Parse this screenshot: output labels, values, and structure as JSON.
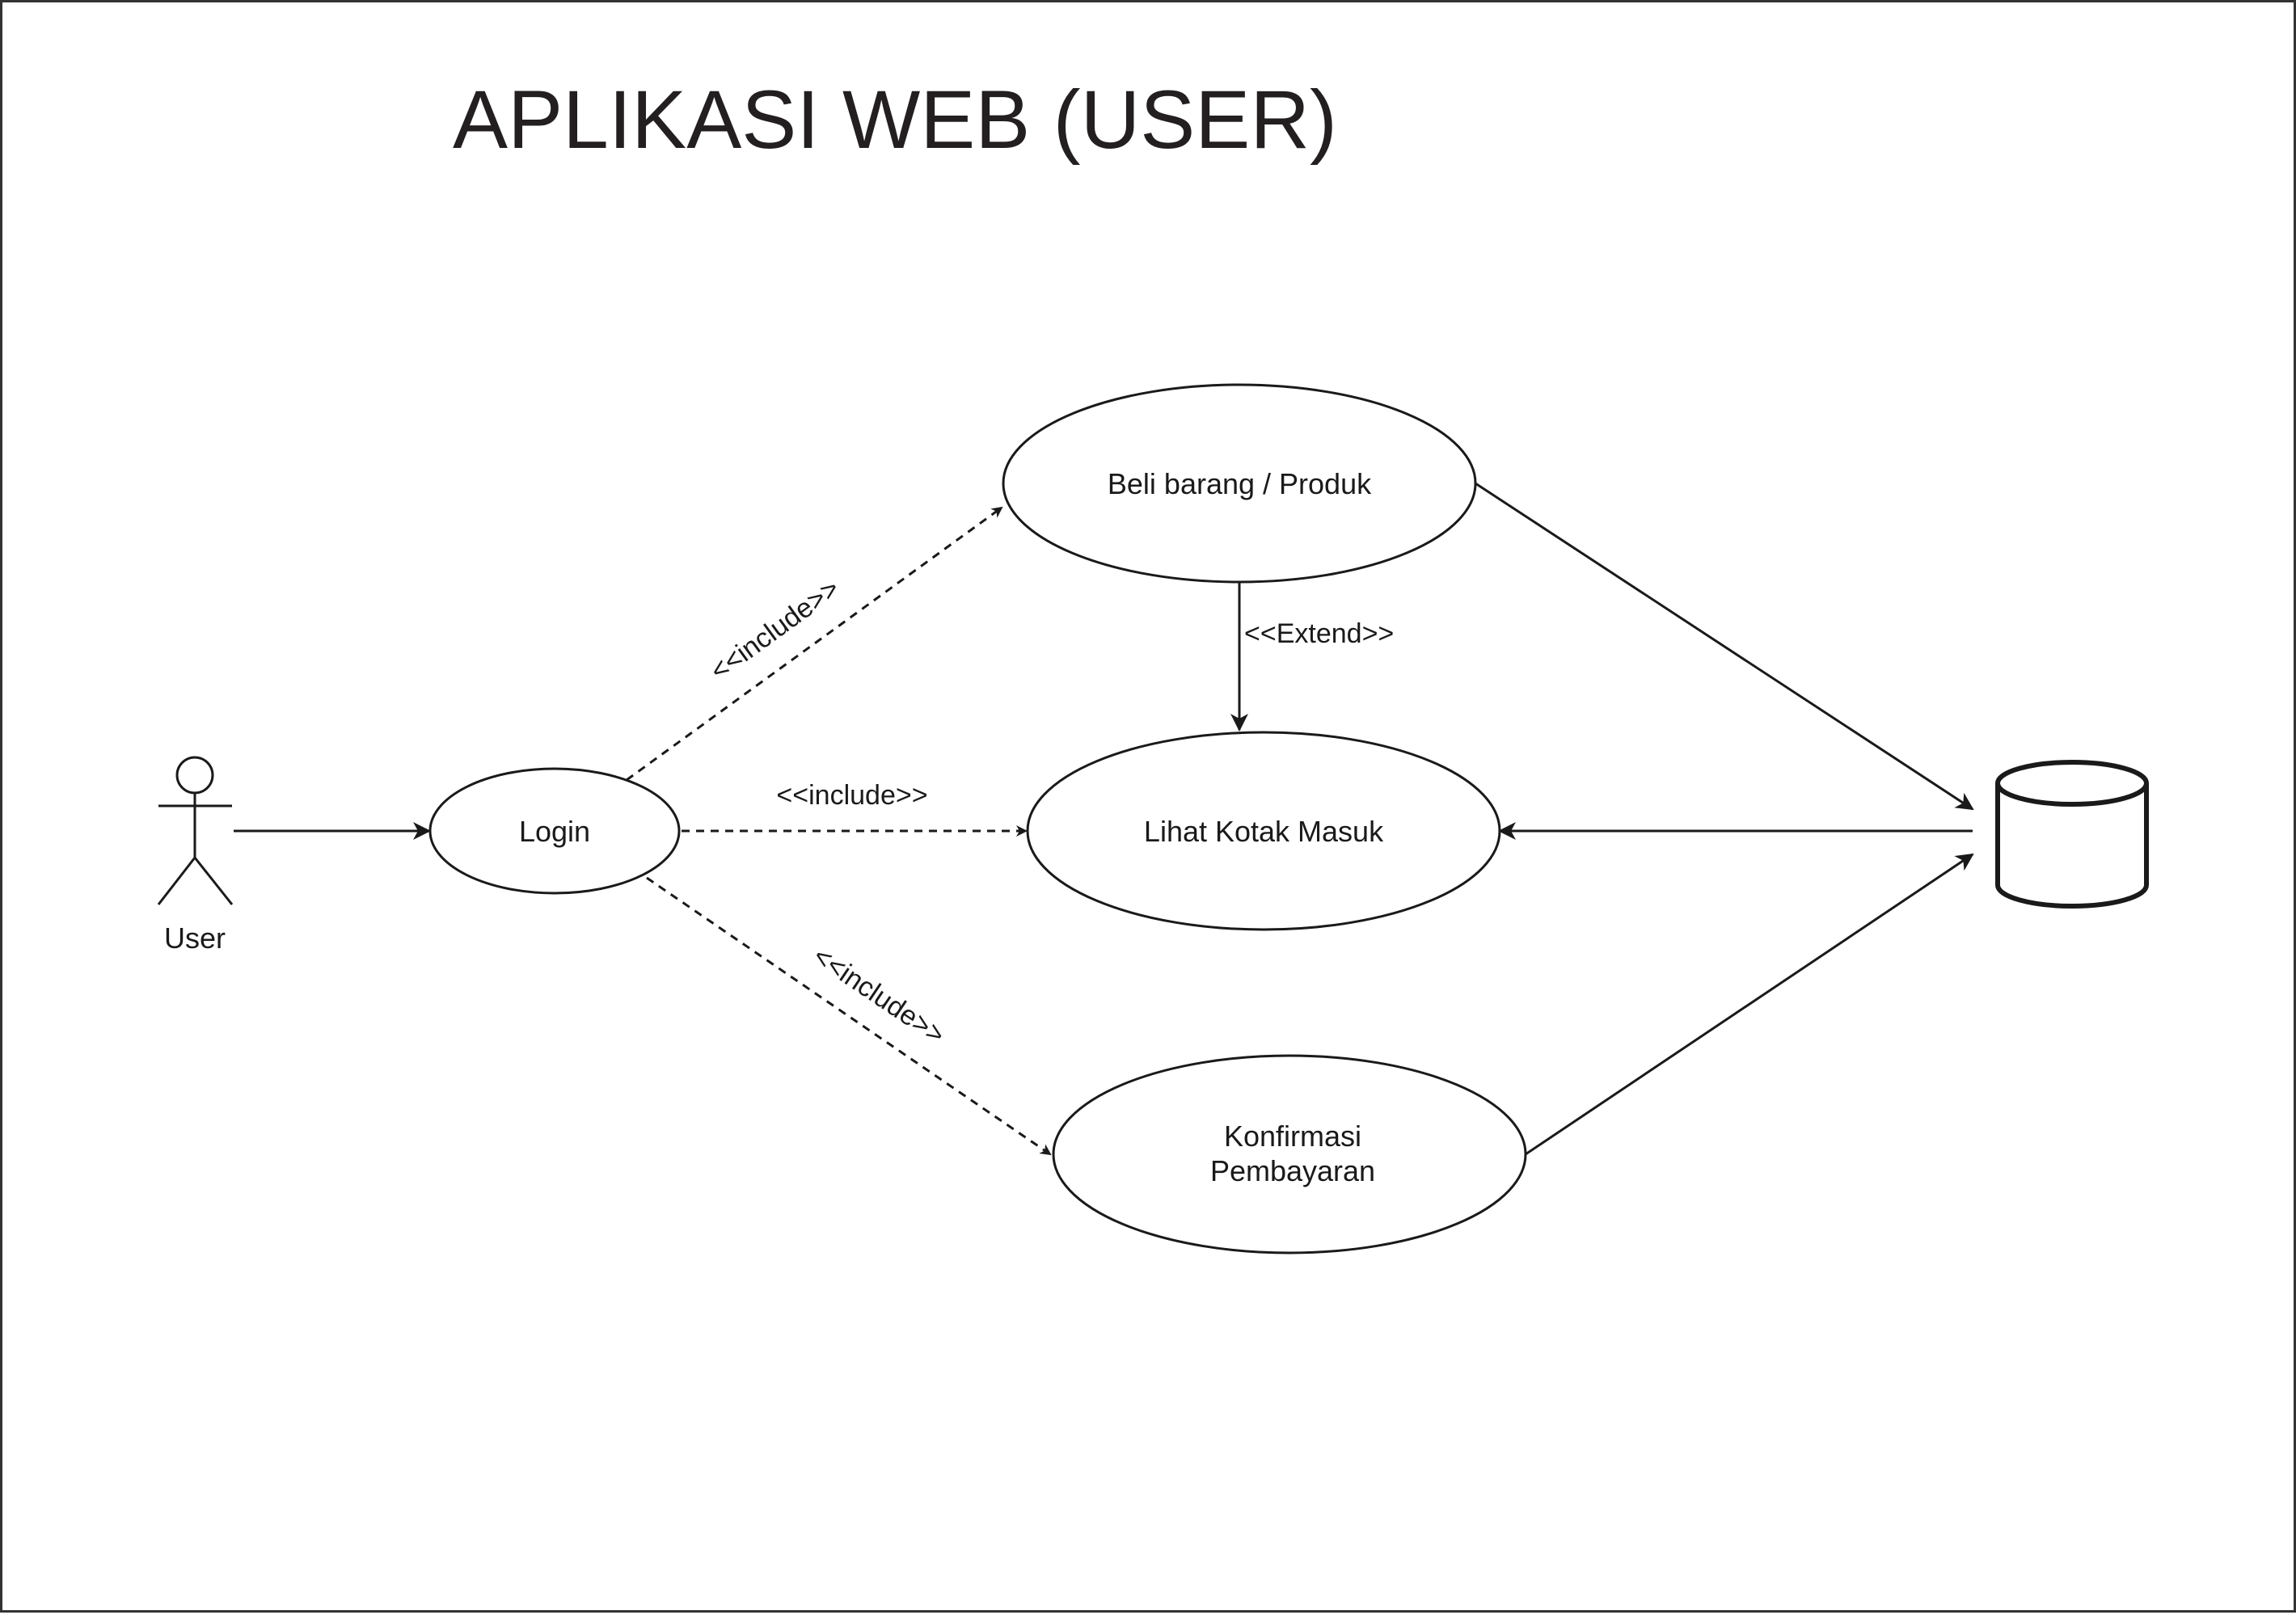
{
  "diagram": {
    "title": "APLIKASI WEB (USER)",
    "actor": {
      "label": "User"
    },
    "use_cases": {
      "login": "Login",
      "beli": "Beli barang / Produk",
      "lihat": "Lihat Kotak Masuk",
      "konfirmasi_line1": "Konfirmasi",
      "konfirmasi_line2": "Pembayaran"
    },
    "relations": {
      "include_top": "<<include>>",
      "include_mid": "<<include>>",
      "include_bottom": "<<include>>",
      "extend": "<<Extend>>"
    },
    "database": {
      "icon": "database-cylinder-icon"
    },
    "colors": {
      "line": "#1a1a1a",
      "title": "#231f20",
      "background": "#ffffff"
    }
  }
}
